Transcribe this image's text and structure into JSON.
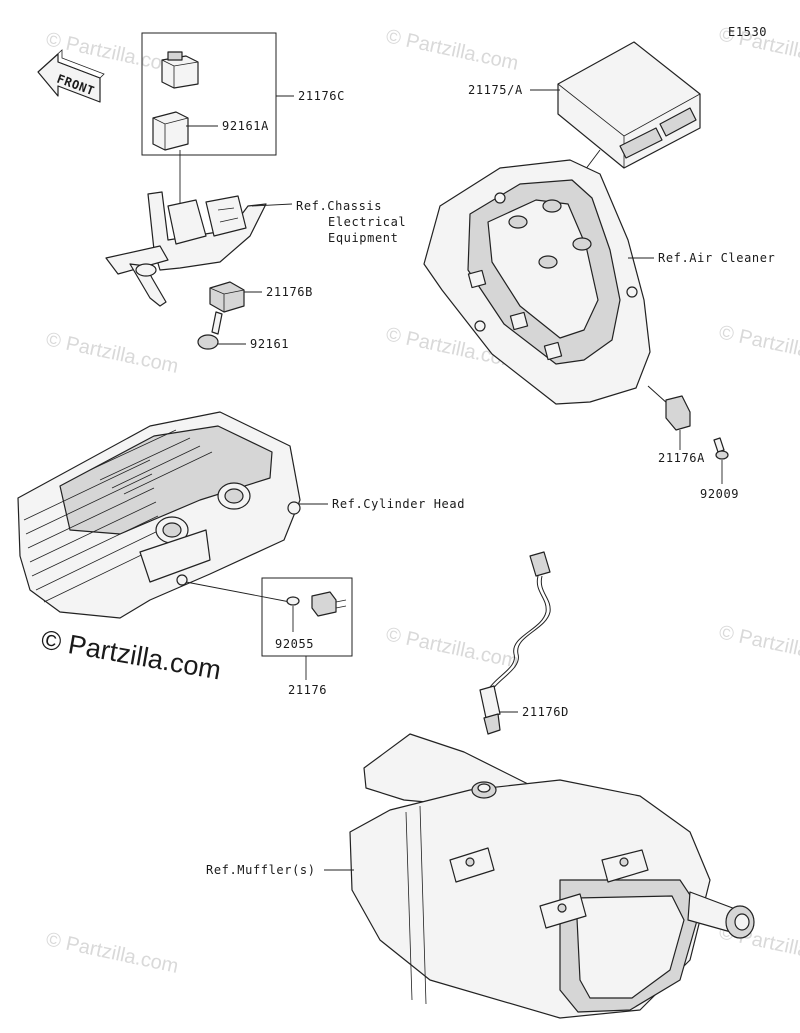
{
  "diagram_code": "E1530",
  "front_label": "FRONT",
  "watermark": "© Partzilla.com",
  "callouts": {
    "p21176C": "21176C",
    "p92161A": "92161A",
    "p21176B": "21176B",
    "p92161": "92161",
    "p21175A": "21175/A",
    "p21176A": "21176A",
    "p92009": "92009",
    "p92055": "92055",
    "p21176": "21176",
    "p21176D": "21176D"
  },
  "references": {
    "chassis_line1": "Ref.Chassis",
    "chassis_line2": "Electrical",
    "chassis_line3": "Equipment",
    "air_cleaner": "Ref.Air Cleaner",
    "cylinder_head": "Ref.Cylinder Head",
    "mufflers": "Ref.Muffler(s)"
  }
}
